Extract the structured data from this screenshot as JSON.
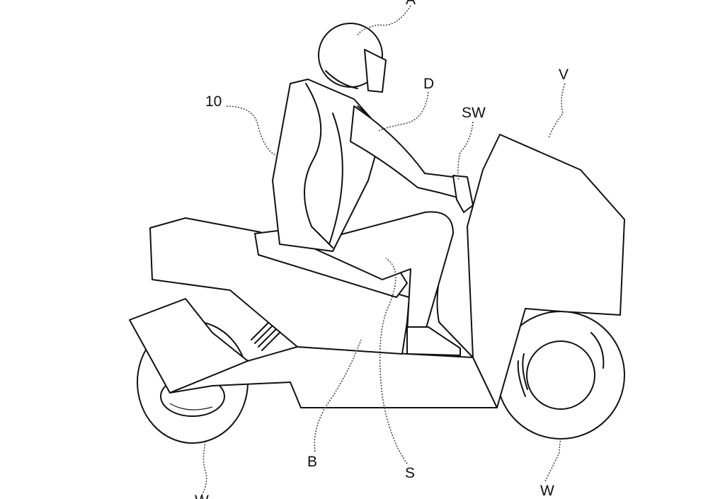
{
  "figure": {
    "labels": {
      "rider": "A",
      "device": "10",
      "airbag": "D",
      "vehicle": "V",
      "switch": "SW",
      "body": "B",
      "seat": "S",
      "front_wheel": "W",
      "rear_wheel": "W"
    },
    "colors": {
      "line": "#111111",
      "background": "#ffffff"
    }
  }
}
